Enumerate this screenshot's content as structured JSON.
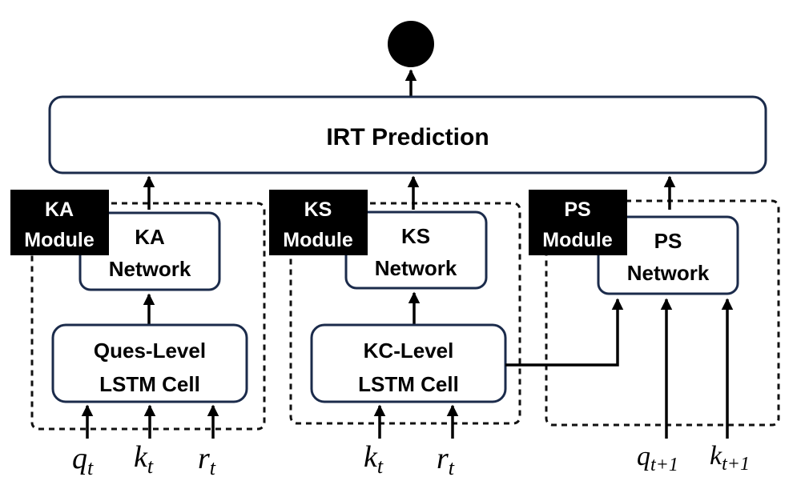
{
  "diagram": {
    "output_node": "output-node",
    "irt_box": {
      "label": "IRT Prediction"
    },
    "modules": [
      {
        "id": "ka",
        "tag_line1": "KA",
        "tag_line2": "Module",
        "network_line1": "KA",
        "network_line2": "Network",
        "cell_line1": "Ques-Level",
        "cell_line2": "LSTM Cell",
        "inputs": [
          "q",
          "k",
          "r"
        ]
      },
      {
        "id": "ks",
        "tag_line1": "KS",
        "tag_line2": "Module",
        "network_line1": "KS",
        "network_line2": "Network",
        "cell_line1": "KC-Level",
        "cell_line2": "LSTM Cell",
        "inputs": [
          "k",
          "r"
        ]
      },
      {
        "id": "ps",
        "tag_line1": "PS",
        "tag_line2": "Module",
        "network_line1": "PS",
        "network_line2": "Network",
        "inputs": [
          "q",
          "k"
        ]
      }
    ],
    "input_labels": {
      "ka_q": {
        "base": "q",
        "sub": "t"
      },
      "ka_k": {
        "base": "k",
        "sub": "t"
      },
      "ka_r": {
        "base": "r",
        "sub": "t"
      },
      "ks_k": {
        "base": "k",
        "sub": "t"
      },
      "ks_r": {
        "base": "r",
        "sub": "t"
      },
      "ps_q": {
        "base": "q",
        "sub": "t+1"
      },
      "ps_k": {
        "base": "k",
        "sub": "t+1"
      }
    }
  }
}
